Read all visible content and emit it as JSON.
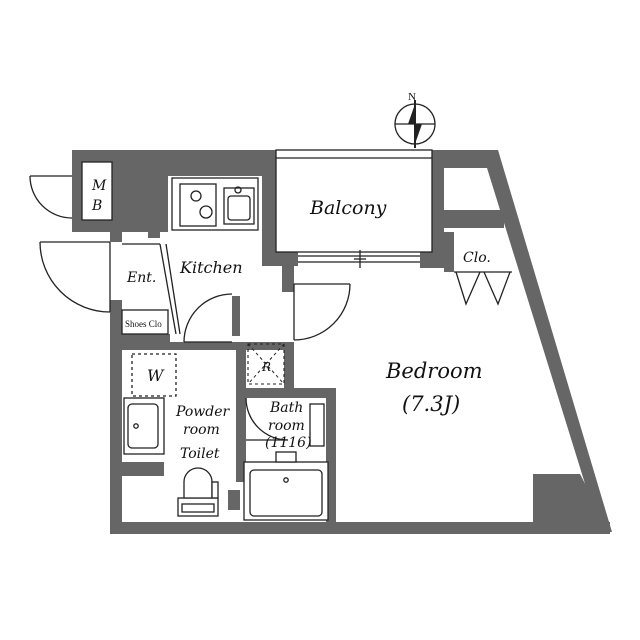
{
  "rooms": {
    "meter_box": {
      "line1": "M",
      "line2": "B"
    },
    "kitchen": "Kitchen",
    "balcony": "Balcony",
    "entrance": "Ent.",
    "closet": "Clo.",
    "shoes_closet": "Shoes Clo",
    "washer": "W",
    "refrigerator": "R",
    "powder_room": {
      "line1": "Powder",
      "line2": "room",
      "line3": "Toilet"
    },
    "bathroom": {
      "line1": "Bath",
      "line2": "room",
      "line3": "(1116)"
    },
    "bedroom": {
      "name": "Bedroom",
      "size": "(7.3J)"
    }
  },
  "compass": {
    "label": "N"
  },
  "colors": {
    "wall": "#666666",
    "line": "#222222",
    "background": "#ffffff"
  }
}
